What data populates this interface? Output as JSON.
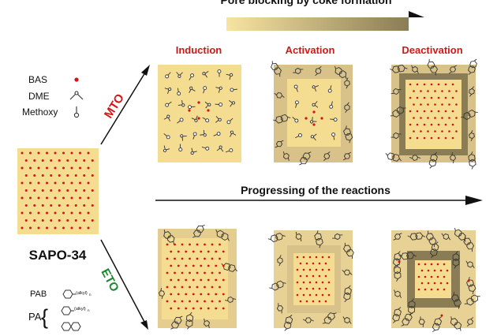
{
  "header": {
    "pore_blocking_label": "Pore blocking by coke formation"
  },
  "legend": {
    "bas_label": "BAS",
    "dme_label": "DME",
    "methoxy_label": "Methoxy",
    "pab_label": "PAB",
    "pa_label": "PA",
    "alkyl_sub": "(alkyl)",
    "alkyl_n": "n"
  },
  "catalyst": {
    "label": "SAPO-34"
  },
  "routes": {
    "mto_label": "MTO",
    "eto_label": "ETO"
  },
  "stages": {
    "induction": "Induction",
    "activation": "Activation",
    "deactivation": "Deactivation"
  },
  "progress": {
    "label": "Progressing of the reactions"
  },
  "colors": {
    "crystal": "#f4dc90",
    "coke_light": "#d9c289",
    "coke_dark": "#8a7d55",
    "site": "#d41414",
    "mto": "#d01818",
    "eto": "#1a8a2e",
    "stage_title": "#d01818",
    "molecule": "#333333"
  }
}
